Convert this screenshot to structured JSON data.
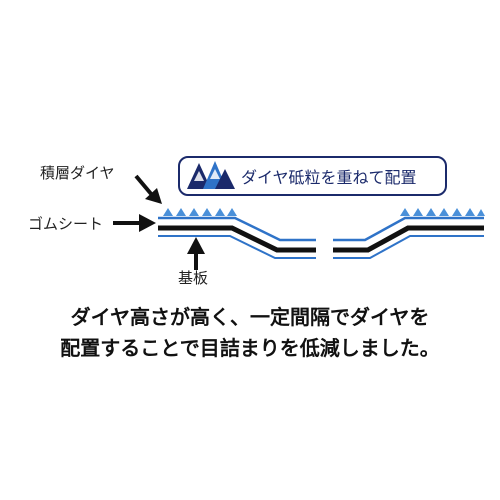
{
  "labels": {
    "layered_diamond": "積層ダイヤ",
    "rubber_sheet": "ゴムシート",
    "substrate": "基板"
  },
  "callout": {
    "text": "ダイヤ砥粒を重ねて配置",
    "icon": "stacked-diamond-triangles-icon"
  },
  "caption": {
    "line1": "ダイヤ高さが高く、一定間隔でダイヤを",
    "line2": "配置することで目詰まりを低減しました。"
  },
  "colors": {
    "navy": "#1b2a6b",
    "blue": "#2f73c8",
    "light_blue": "#4a90d9",
    "black": "#111111"
  }
}
